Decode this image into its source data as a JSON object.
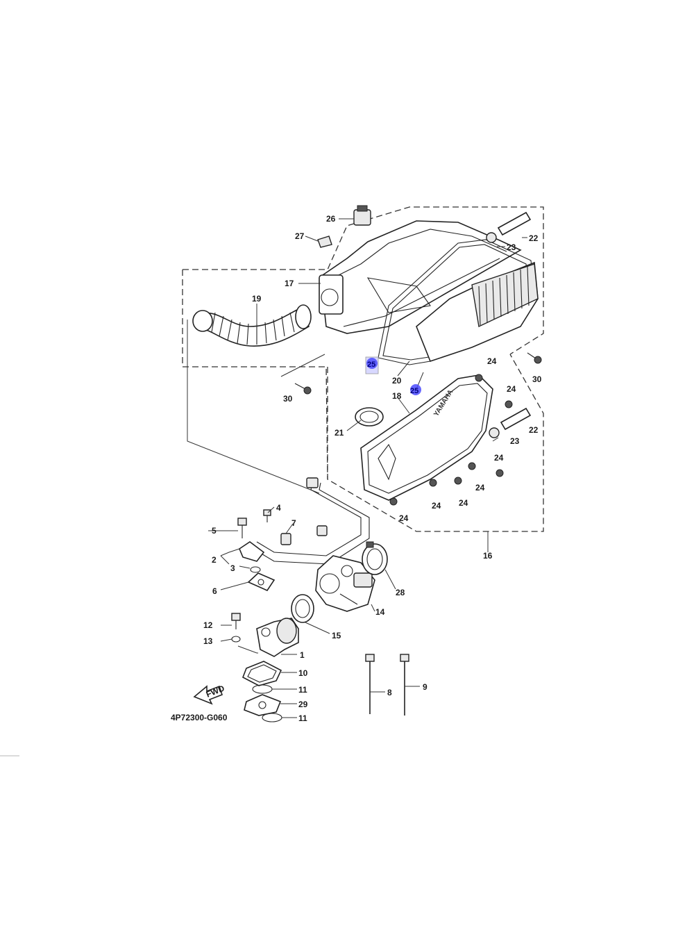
{
  "drawing_code": "4P72300-G060",
  "fwd_badge": "FWD",
  "brand_mark": "YAMAHA",
  "highlight_color": "#4b4bff",
  "labels": {
    "l1": "1",
    "l2": "2",
    "l3": "3",
    "l4": "4",
    "l5": "5",
    "l6": "6",
    "l7": "7",
    "l8": "8",
    "l9": "9",
    "l10": "10",
    "l11a": "11",
    "l11b": "11",
    "l12": "12",
    "l13": "13",
    "l14": "14",
    "l15": "15",
    "l16": "16",
    "l17": "17",
    "l18": "18",
    "l19": "19",
    "l20": "20",
    "l21": "21",
    "l22a": "22",
    "l22b": "22",
    "l23a": "23",
    "l23b": "23",
    "l24a": "24",
    "l24b": "24",
    "l24c": "24",
    "l24d": "24",
    "l24e": "24",
    "l24f": "24",
    "l24g": "24",
    "l25a": "25",
    "l25b": "25",
    "l26": "26",
    "l27": "27",
    "l28": "28",
    "l29": "29",
    "l30a": "30",
    "l30b": "30"
  }
}
